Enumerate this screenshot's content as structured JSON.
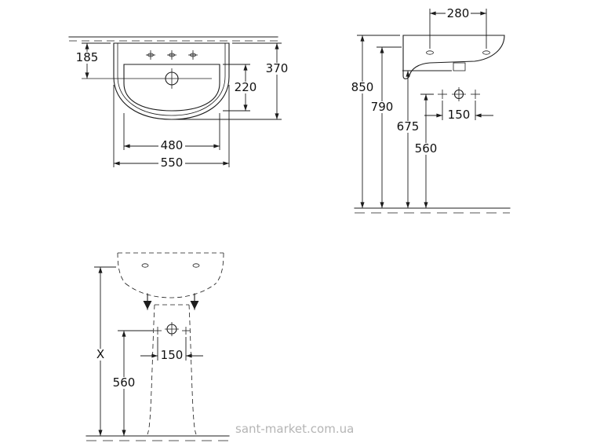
{
  "watermark": {
    "text": "sant-market.com.ua"
  },
  "drawing": {
    "top_view": {
      "dim_depth_to_drain": "185",
      "dim_total_depth": "370",
      "dim_bowl_depth": "220",
      "dim_bowl_width": "480",
      "dim_total_width": "550"
    },
    "side_view": {
      "dim_hole_spacing": "280",
      "dim_height_total": "850",
      "dim_height_rim": "790",
      "dim_height_drain": "675",
      "dim_height_bolts": "560",
      "dim_bolt_spacing": "150"
    },
    "front_view": {
      "dim_height_x": "X",
      "dim_height_bolts": "560",
      "dim_bolt_spacing": "150"
    }
  }
}
